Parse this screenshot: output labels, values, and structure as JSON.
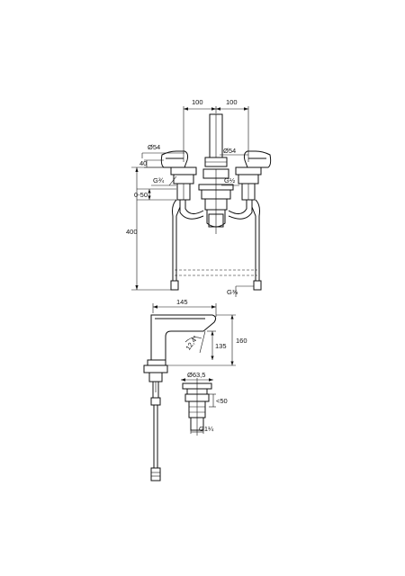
{
  "drawing_top": {
    "dim_100_left": "100",
    "dim_100_right": "100",
    "dim_d54_left": "Ø54",
    "dim_d54_right": "Ø54",
    "dim_40": "40",
    "dim_g34": "G¾",
    "dim_g12": "G½",
    "dim_050": "0-50",
    "dim_400": "400",
    "dim_g38": "G⅜"
  },
  "drawing_side": {
    "dim_145": "145",
    "dim_124": "12,4°",
    "dim_135": "135",
    "dim_160": "160"
  },
  "drawing_waste": {
    "dim_635": "Ø63,5",
    "dim_lt50": "<50",
    "dim_g114": "G1¼"
  }
}
